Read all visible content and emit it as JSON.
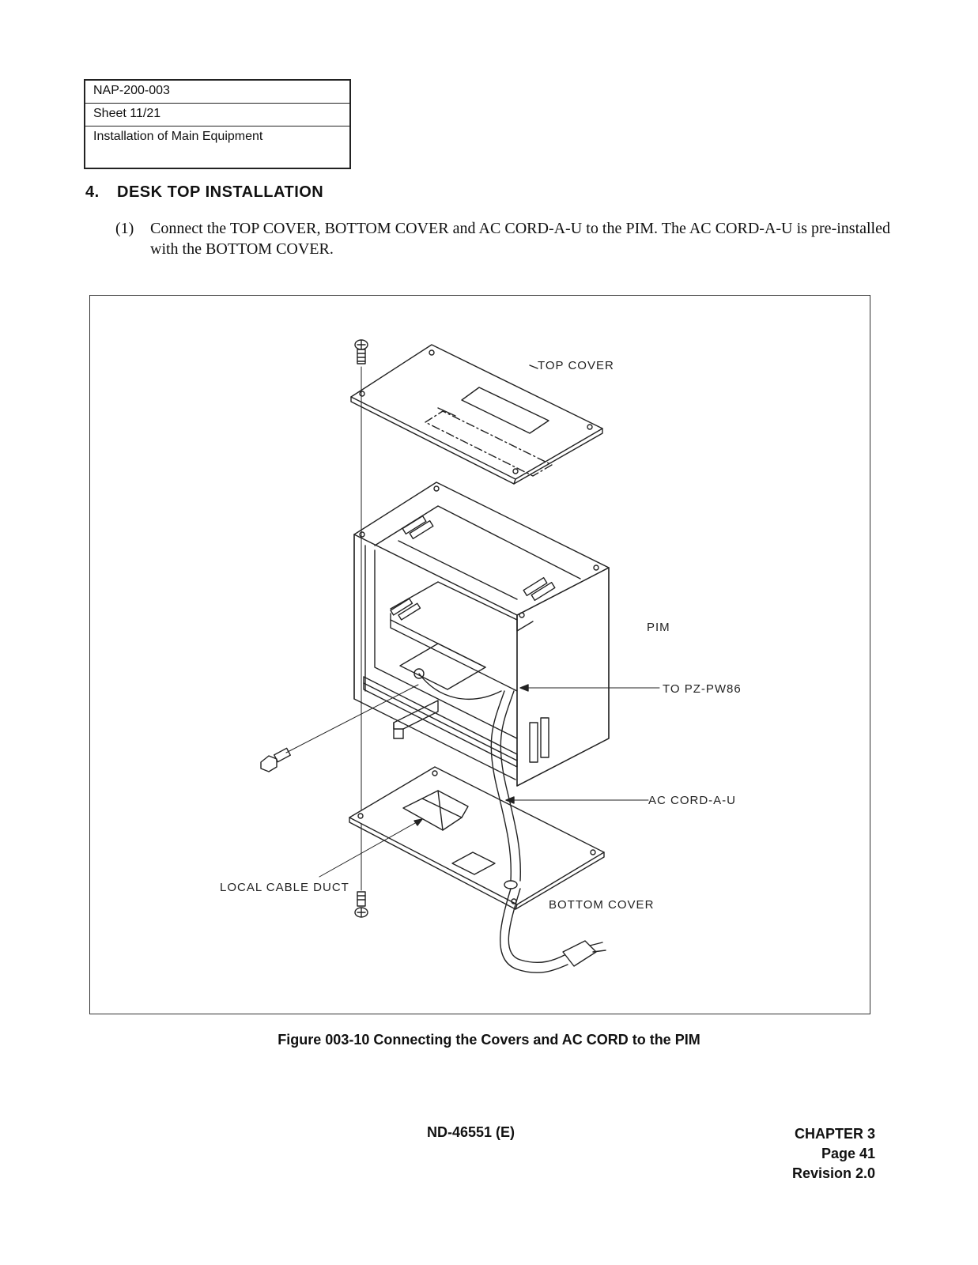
{
  "header": {
    "doc_id": "NAP-200-003",
    "sheet": "Sheet 11/21",
    "title": "Installation of Main Equipment"
  },
  "section": {
    "number": "4.",
    "title": "DESK TOP INSTALLATION"
  },
  "steps": [
    {
      "index": "(1)",
      "text": "Connect the TOP COVER, BOTTOM COVER and AC CORD-A-U to the PIM. The AC CORD-A-U is pre-installed with the BOTTOM COVER."
    }
  ],
  "figure": {
    "labels": {
      "top_cover": "TOP COVER",
      "pim": "PIM",
      "to_pz_pw86": "TO PZ-PW86",
      "ac_cord": "AC CORD-A-U",
      "local_cable_duct": "LOCAL CABLE DUCT",
      "bottom_cover": "BOTTOM COVER"
    },
    "caption": "Figure 003-10  Connecting the Covers and AC CORD to the PIM"
  },
  "footer": {
    "doc_number": "ND-46551 (E)",
    "chapter": "CHAPTER 3",
    "page": "Page 41",
    "revision": "Revision 2.0"
  }
}
